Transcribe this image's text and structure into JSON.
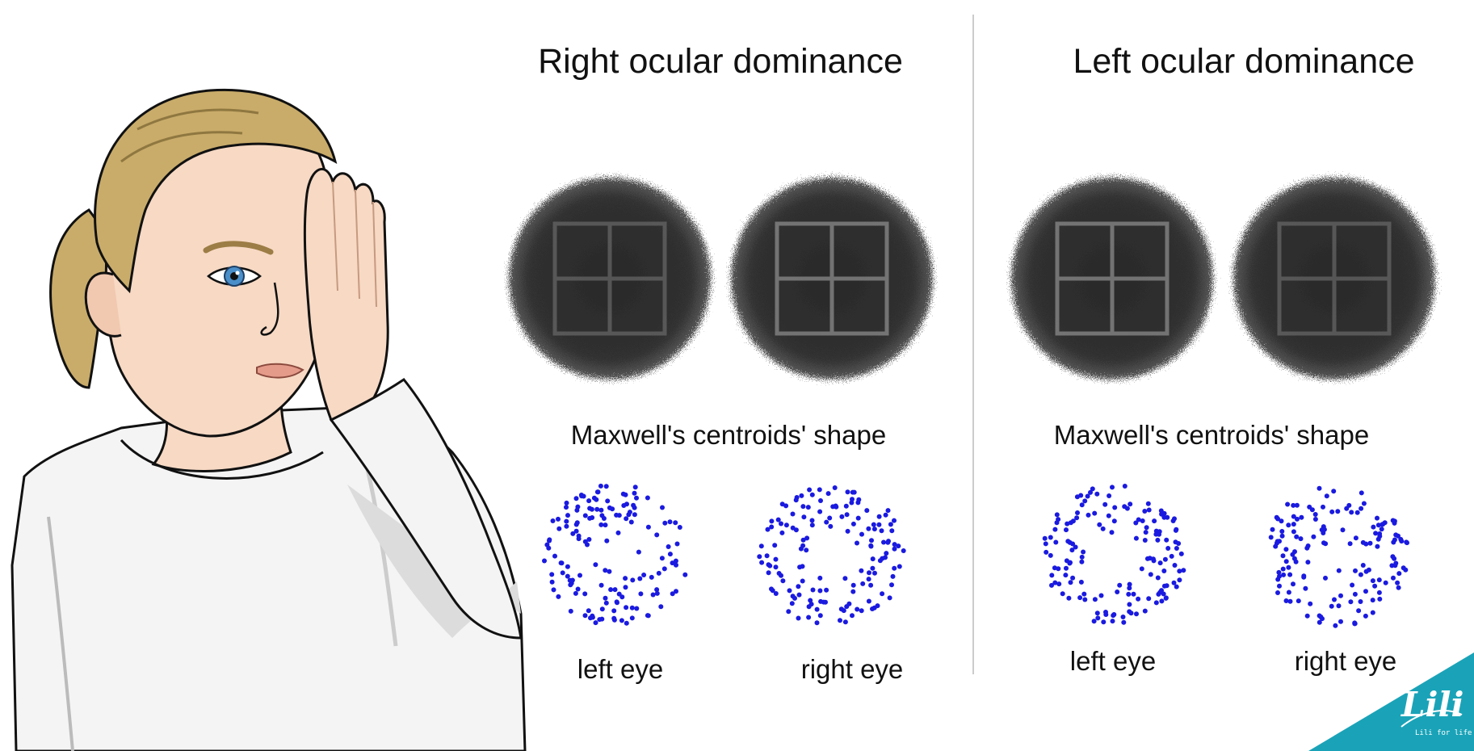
{
  "panels": [
    {
      "title": "Right ocular dominance",
      "centroid_caption": "Maxwell's centroids' shape",
      "eyes": [
        {
          "label": "left eye",
          "grid_visibility": 0.45,
          "hole": "small"
        },
        {
          "label": "right eye",
          "grid_visibility": 0.75,
          "hole": "large"
        }
      ]
    },
    {
      "title": "Left ocular dominance",
      "centroid_caption": "Maxwell's centroids' shape",
      "eyes": [
        {
          "label": "left eye",
          "grid_visibility": 0.75,
          "hole": "large"
        },
        {
          "label": "right eye",
          "grid_visibility": 0.45,
          "hole": "small"
        }
      ]
    }
  ],
  "logo": {
    "name": "Lili",
    "tagline": "Lili for life"
  },
  "colors": {
    "dots": "#1a1ae0",
    "blob": "#2b2b2b",
    "grid": "#8a8a8a",
    "divider": "#cccccc",
    "logo_bg": "#1aa3b8",
    "hair": "#c9ac6a",
    "skin": "#f7d9c4",
    "shirt": "#f4f4f4",
    "iris": "#4a8fc9"
  },
  "illustration": "child-covering-one-eye"
}
